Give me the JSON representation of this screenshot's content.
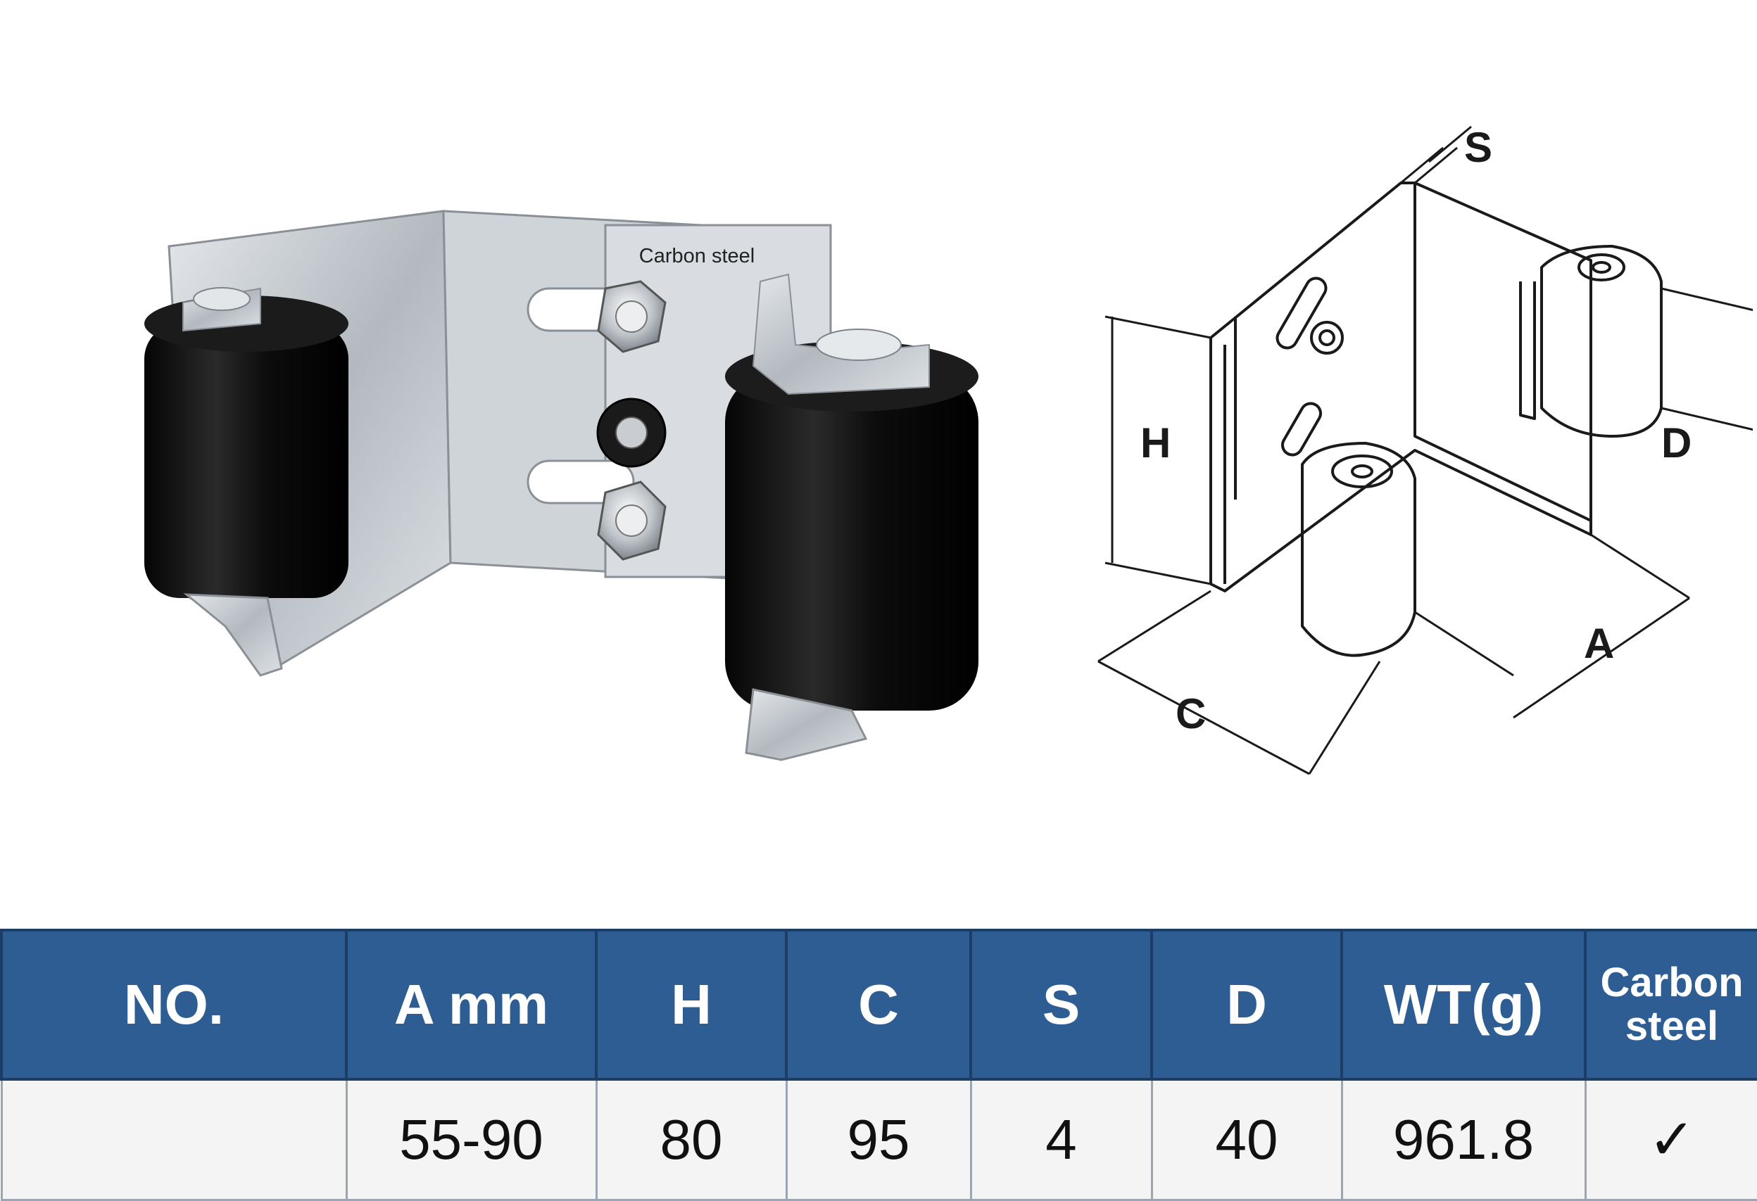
{
  "product_photo": {
    "label": "Carbon steel"
  },
  "drawing": {
    "labels": [
      "S",
      "H",
      "D",
      "C",
      "A"
    ]
  },
  "table": {
    "headers": [
      "NO.",
      "A mm",
      "H",
      "C",
      "S",
      "D",
      "WT(g)",
      "Carbon steel"
    ],
    "row": [
      "",
      "55-90",
      "80",
      "95",
      "4",
      "40",
      "961.8",
      "✓"
    ]
  },
  "colors": {
    "header_bg": "#2d5d92",
    "row_bg": "#f4f4f4",
    "roller": "#111111",
    "bracket": "#b9bec4"
  }
}
